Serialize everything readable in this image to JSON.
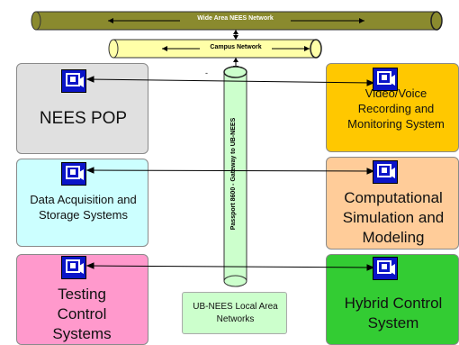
{
  "networks": {
    "wide_area": "Wide Area NEES Network",
    "campus": "Campus Network",
    "gateway": "Passport 8600 - Gateway to UB-NEES"
  },
  "boxes": {
    "nees_pop": "NEES POP",
    "video": "Video/Voice Recording and Monitoring System",
    "data_acq": "Data Acquisition and Storage Systems",
    "computational": "Computational Simulation and Modeling",
    "testing": "Testing Control Systems",
    "hybrid": "Hybrid Control System",
    "local": "UB-NEES Local Area Networks"
  },
  "misc": {
    "dash": "-"
  },
  "colors": {
    "nees_pop": "#e0e0e0",
    "video": "#ffc800",
    "data_acq": "#ccffff",
    "computational": "#ffcc99",
    "testing": "#ff99cc",
    "hybrid": "#33cc33",
    "local": "#ccffcc",
    "wide_pipe": "#8a8a2e",
    "campus_pipe": "#ffffa8",
    "gateway_pipe": "#ccffcc",
    "icon": "#0a14c8"
  },
  "icons": [
    "workstation-icon"
  ]
}
